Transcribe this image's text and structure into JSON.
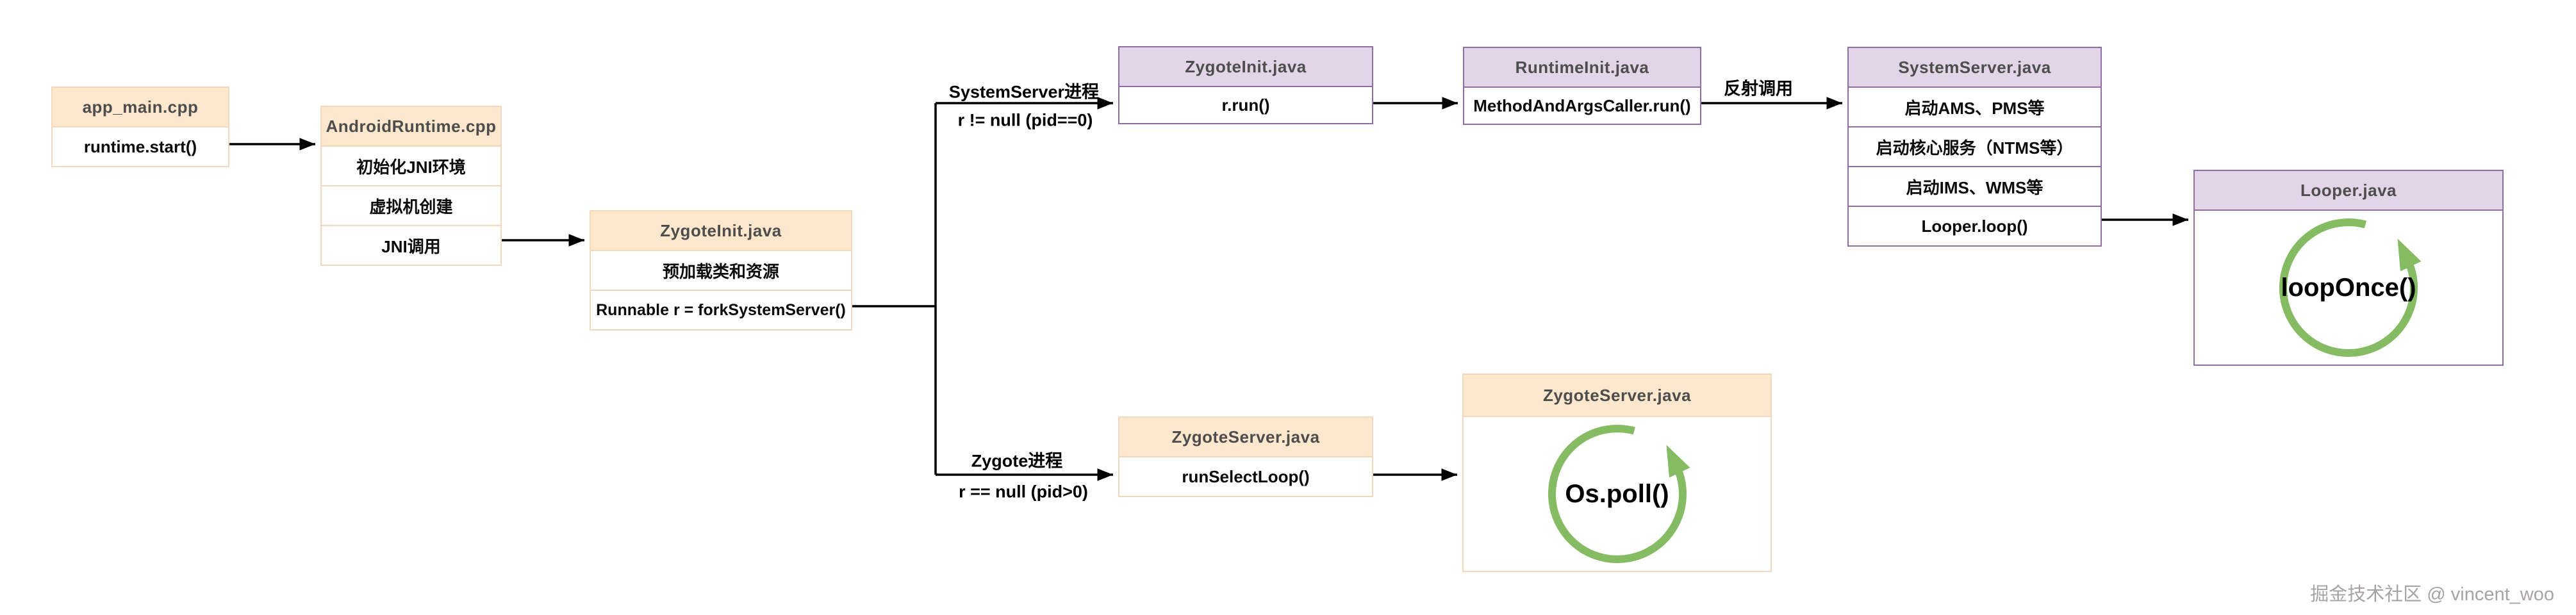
{
  "colors": {
    "orange_fill": "#fde7cd",
    "orange_border": "#f2d9bd",
    "purple_fill": "#e2d5e8",
    "purple_border": "#8f6ea6",
    "green": "#85bb62",
    "line": "#000000"
  },
  "nodes": {
    "app_main": {
      "title": "app_main.cpp",
      "rows": [
        "runtime.start()"
      ]
    },
    "android_runtime": {
      "title": "AndroidRuntime.cpp",
      "rows": [
        "初始化JNI环境",
        "虚拟机创建",
        "JNI调用"
      ]
    },
    "zygote_init": {
      "title": "ZygoteInit.java",
      "rows": [
        "预加载类和资源",
        "Runnable r = forkSystemServer()"
      ]
    },
    "zygote_init_top": {
      "title": "ZygoteInit.java",
      "rows": [
        "r.run()"
      ]
    },
    "runtime_init": {
      "title": "RuntimeInit.java",
      "rows": [
        "MethodAndArgsCaller.run()"
      ]
    },
    "system_server": {
      "title": "SystemServer.java",
      "rows": [
        "启动AMS、PMS等",
        "启动核心服务（NTMS等）",
        "启动IMS、WMS等",
        "Looper.loop()"
      ]
    },
    "looper": {
      "title": "Looper.java",
      "loop_label": "loopOnce()"
    },
    "zygote_server_small": {
      "title": "ZygoteServer.java",
      "rows": [
        "runSelectLoop()"
      ]
    },
    "zygote_server_big": {
      "title": "ZygoteServer.java",
      "loop_label": "Os.poll()"
    }
  },
  "edge_labels": {
    "system_server_process": "SystemServer进程",
    "system_server_cond": "r != null (pid==0)",
    "zygote_process": "Zygote进程",
    "zygote_cond": "r == null (pid>0)",
    "reflection": "反射调用"
  },
  "watermark": "掘金技术社区 @ vincent_woo"
}
